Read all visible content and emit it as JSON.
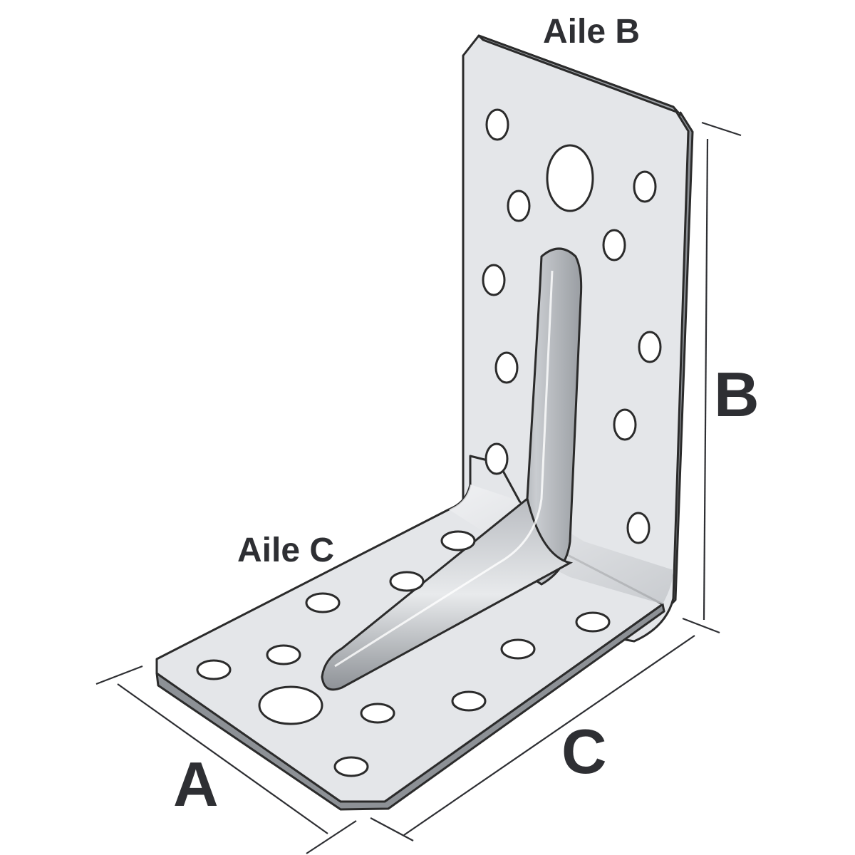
{
  "labels": {
    "wing_b": "Aile B",
    "wing_c": "Aile C",
    "dim_a": "A",
    "dim_b": "B",
    "dim_c": "C"
  },
  "colors": {
    "text": "#2e2f33",
    "plate": "#e4e6e9",
    "plate_shade": "#cfd2d6",
    "edge": "#2b2b2b",
    "rib": "#a9acb1"
  }
}
